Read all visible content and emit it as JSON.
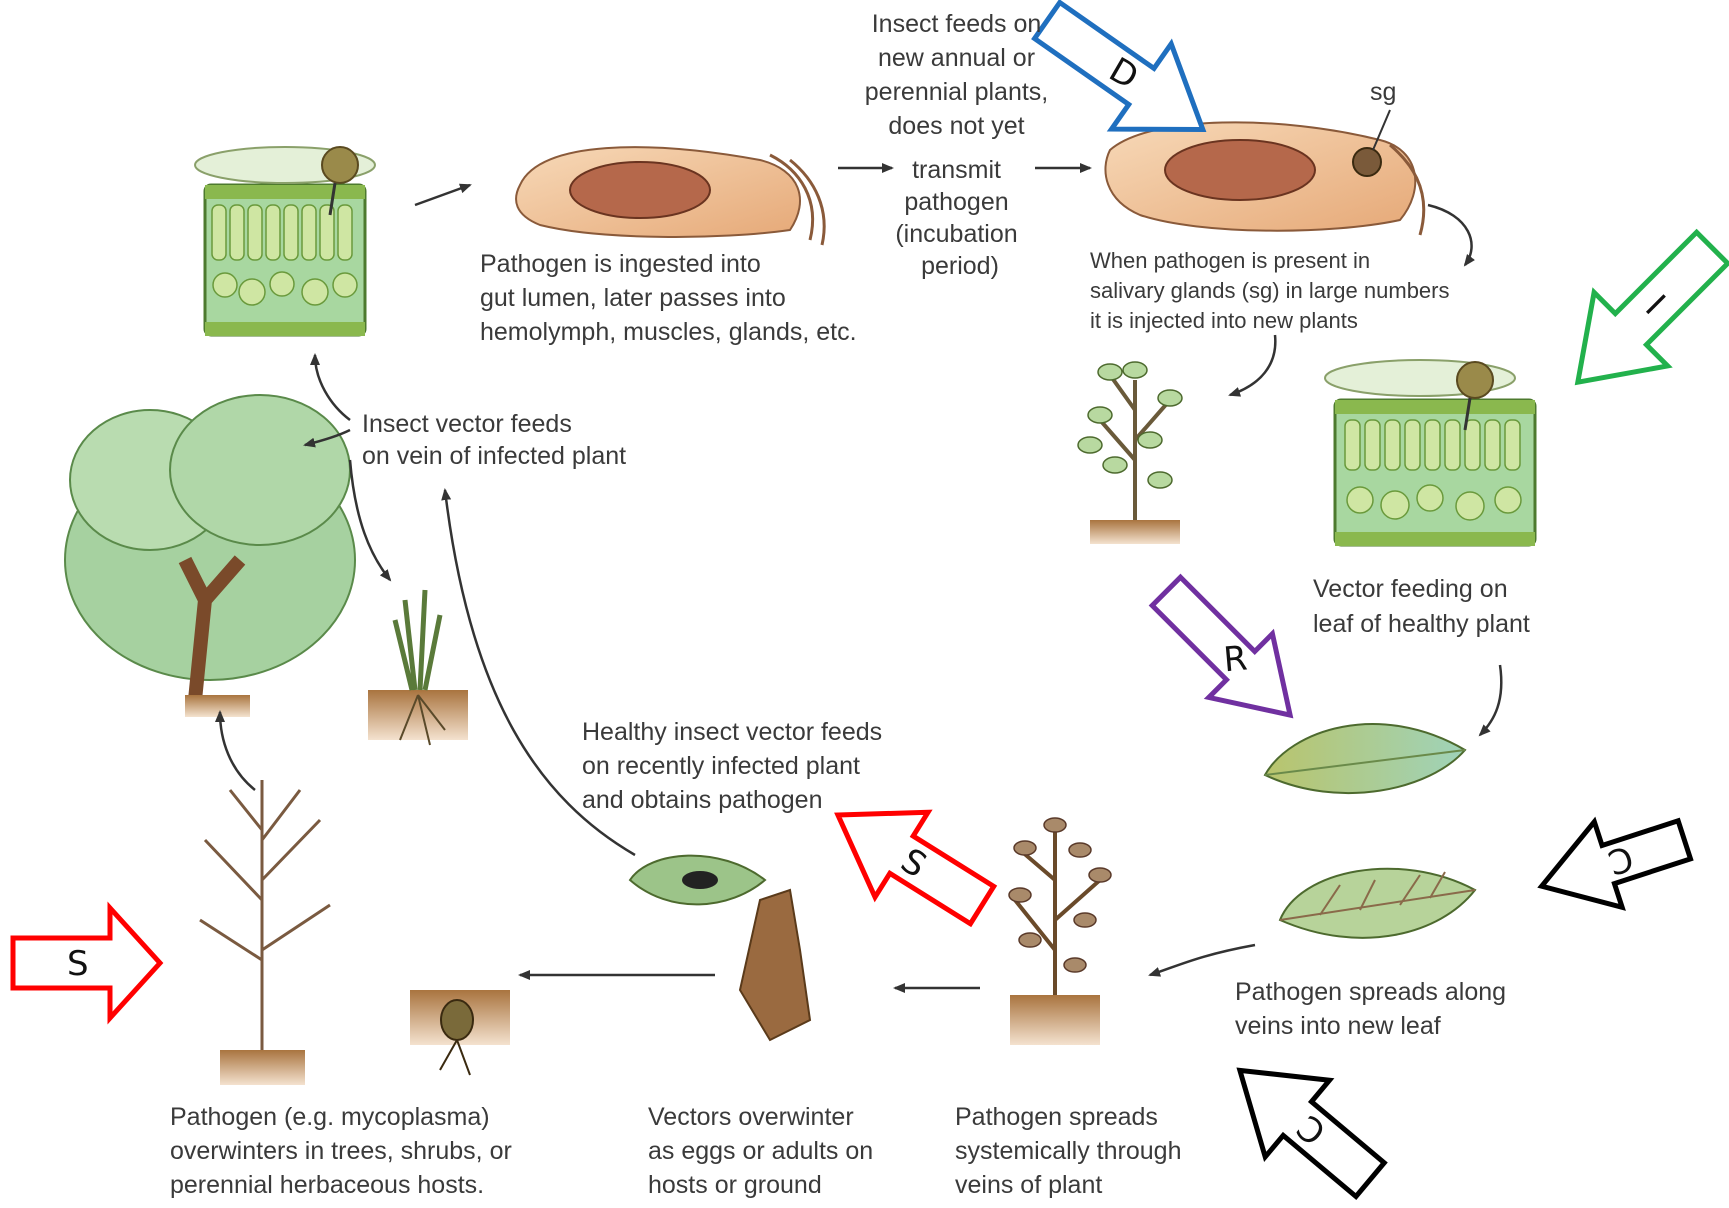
{
  "captions": {
    "incubation": [
      "Insect feeds on",
      "new annual or",
      "perennial plants,",
      "does not yet",
      "transmit",
      "pathogen",
      "(incubation",
      "period)"
    ],
    "sg": "sg",
    "ingested": [
      "Pathogen is ingested into",
      "gut lumen, later passes into",
      "hemolymph, muscles, glands, etc."
    ],
    "salivary": [
      "When pathogen is present in",
      "salivary glands (sg) in large numbers",
      "it is injected into new plants"
    ],
    "vector_feeds_vein": [
      "Insect vector feeds",
      "on vein of infected plant"
    ],
    "vector_feeding_healthy": [
      "Vector feeding on",
      "leaf of healthy plant"
    ],
    "healthy_obtains": [
      "Healthy insect vector feeds",
      "on recently infected plant",
      "and obtains pathogen"
    ],
    "spreads_veins": [
      "Pathogen spreads along",
      "veins into new leaf"
    ],
    "overwinters_trees": [
      "Pathogen (e.g. mycoplasma)",
      "overwinters in trees, shrubs, or",
      "perennial herbaceous hosts."
    ],
    "vectors_overwinter": [
      "Vectors overwinter",
      "as eggs or adults on",
      "hosts or ground"
    ],
    "systemic": [
      "Pathogen spreads",
      "systemically through",
      "veins of plant"
    ]
  },
  "markers": [
    {
      "id": "D",
      "label": "D",
      "color": "#1f6fbf"
    },
    {
      "id": "I",
      "label": "I",
      "color": "#22b14c"
    },
    {
      "id": "R",
      "label": "R",
      "color": "#7030a0"
    },
    {
      "id": "C1",
      "label": "C",
      "color": "#000000"
    },
    {
      "id": "C2",
      "label": "C",
      "color": "#000000"
    },
    {
      "id": "S1",
      "label": "S",
      "color": "#ff0000"
    },
    {
      "id": "S2",
      "label": "S",
      "color": "#ff0000"
    }
  ]
}
